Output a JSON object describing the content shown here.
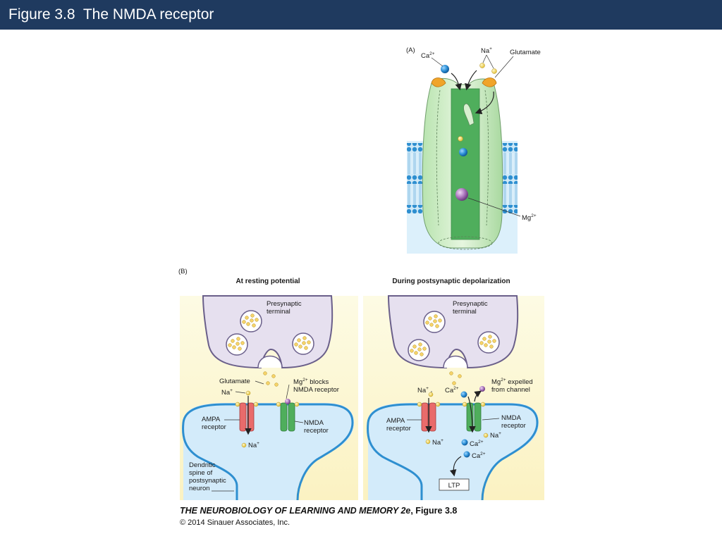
{
  "slide": {
    "title": "Figure 3.8  The NMDA receptor"
  },
  "panel_a": {
    "letter": "(A)",
    "labels": {
      "ca": "Ca",
      "ca_sup": "2+",
      "na": "Na",
      "na_sup": "+",
      "glutamate": "Glutamate",
      "mg": "Mg",
      "mg_sup": "2+"
    }
  },
  "panel_b": {
    "letter": "(B)",
    "left": {
      "heading": "At resting potential",
      "presynaptic": [
        "Presynaptic",
        "terminal"
      ],
      "glutamate": "Glutamate",
      "na_in": "Na",
      "na_in_sup": "+",
      "mg_blocks": {
        "mg": "Mg",
        "sup": "2+",
        "rest": " blocks",
        "line2": "NMDA receptor"
      },
      "ampa": [
        "AMPA",
        "receptor"
      ],
      "nmda": [
        "NMDA",
        "receptor"
      ],
      "na_out": "Na",
      "na_out_sup": "+",
      "dendritic": [
        "Dendritic",
        "spine of",
        "postsynaptic",
        "neuron"
      ]
    },
    "right": {
      "heading": "During postsynaptic depolarization",
      "presynaptic": [
        "Presynaptic",
        "terminal"
      ],
      "na": "Na",
      "na_sup": "+",
      "ca": "Ca",
      "ca_sup": "2+",
      "mg_expelled": {
        "mg": "Mg",
        "sup": "2+",
        "rest": " expelled",
        "line2": "from channel"
      },
      "ampa": [
        "AMPA",
        "receptor"
      ],
      "nmda": [
        "NMDA",
        "receptor"
      ],
      "na_out1": "Na",
      "na_out1_sup": "+",
      "na_out2": "Na",
      "na_out2_sup": "+",
      "ca_out1": "Ca",
      "ca_out1_sup": "2+",
      "ca_out2": "Ca",
      "ca_out2_sup": "2+",
      "ltp": "LTP"
    }
  },
  "caption": {
    "book": "THE NEUROBIOLOGY OF LEARNING AND MEMORY 2e",
    "figure": ", Figure 3.8",
    "copyright": "© 2014 Sinauer Associates, Inc."
  }
}
